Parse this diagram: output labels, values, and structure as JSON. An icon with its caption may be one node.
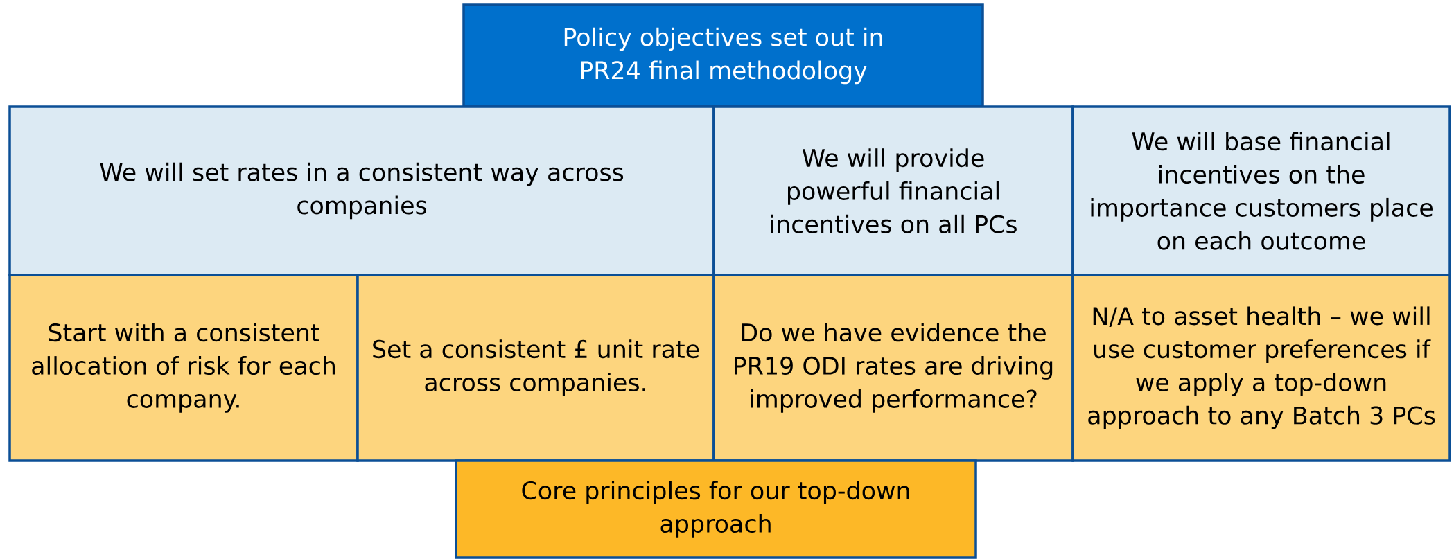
{
  "diagram": {
    "nodes": [
      {
        "text": [
          "Policy objectives set out in PR24 final methodology"
        ]
      },
      {
        "text": [
          "We will set rates in a consistent way across companies"
        ]
      },
      {
        "text": [
          "We will provide powerful financial incentives on all PCs"
        ]
      },
      {
        "text": [
          "We will base financial incentives on the importance customers place on each outcome"
        ]
      },
      {
        "text": [
          "Start with a consistent allocation of risk for each company."
        ]
      },
      {
        "text": [
          "Set a consistent £ unit rate across companies."
        ]
      },
      {
        "text": [
          "Do we have evidence the PR19 ODI rates are driving improved performance?"
        ]
      },
      {
        "text": [
          "N/A to asset health – we will use customer preferences if we apply a top-down approach to any Batch 3 PCs"
        ]
      },
      {
        "text": [
          "Core principles for our top-down approach"
        ]
      }
    ]
  }
}
